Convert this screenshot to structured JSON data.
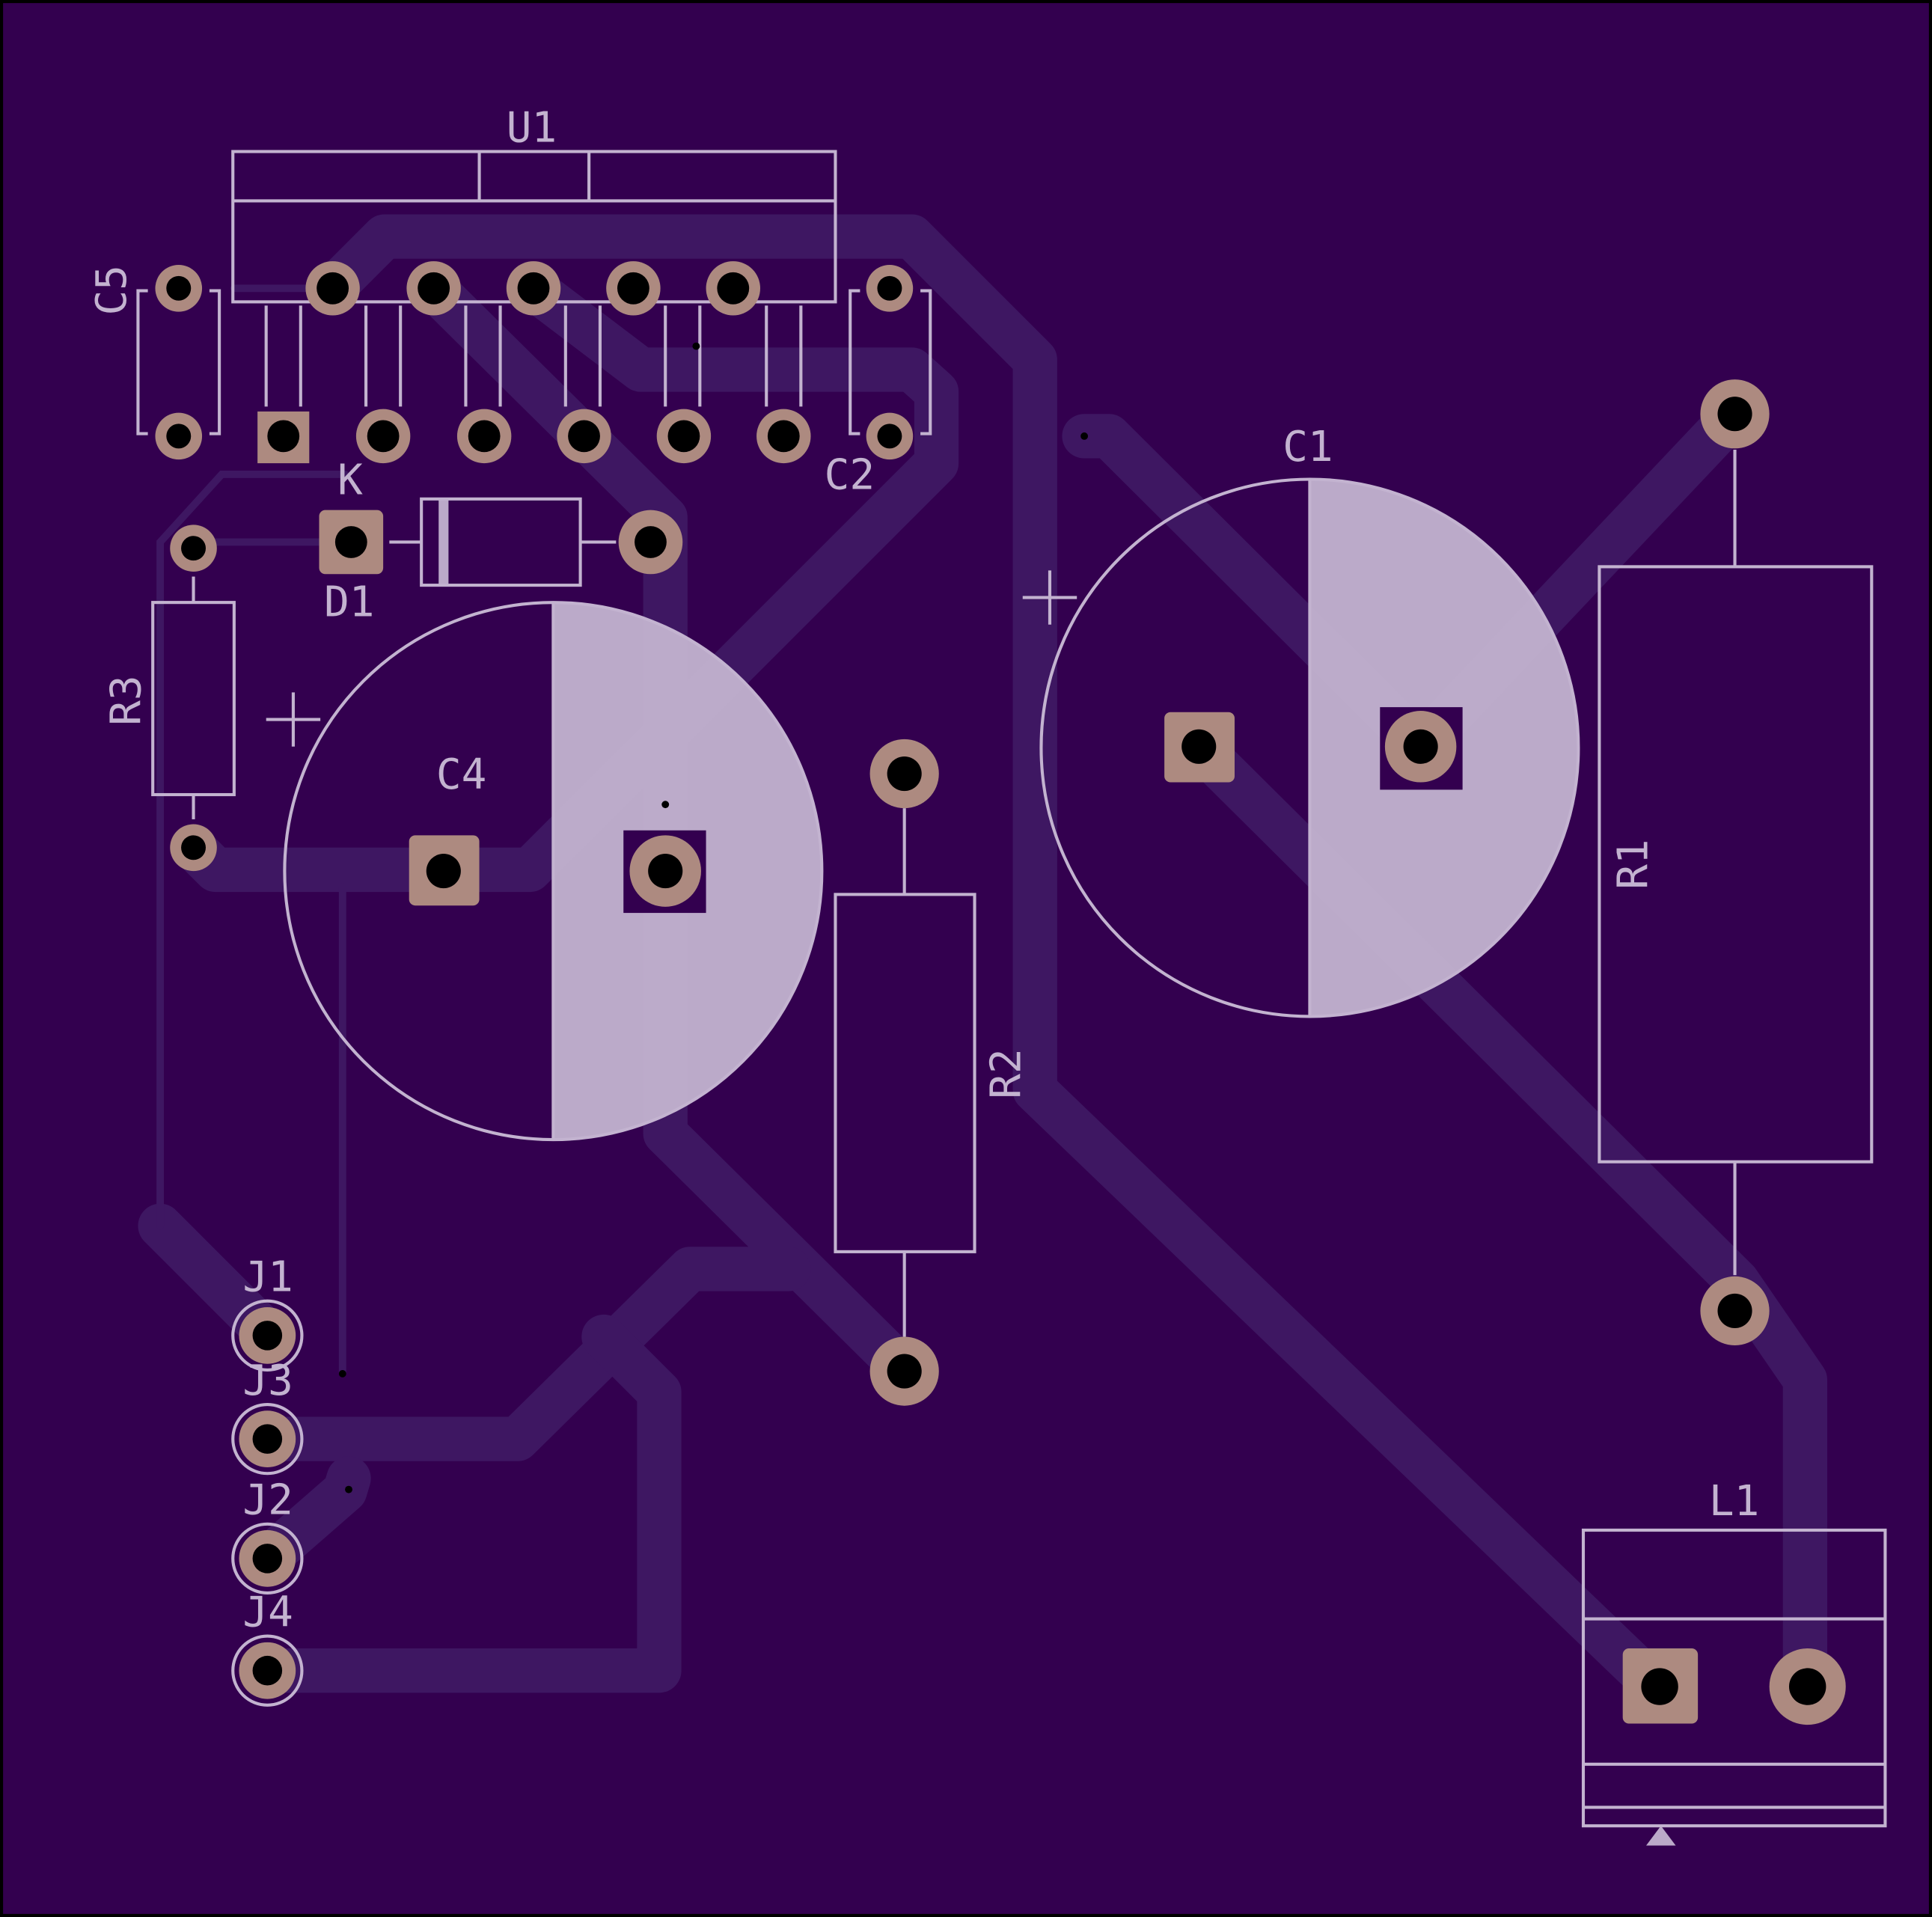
{
  "board": {
    "colors": {
      "background": "#33004f",
      "trace": "#3e1762",
      "silkscreen": "#c3b3d0",
      "pad": "#ad8a80",
      "hole": "#000000"
    },
    "labels": {
      "u1": "U1",
      "c5": "C5",
      "c2": "C2",
      "k": "K",
      "d1": "D1",
      "r3": "R3",
      "c4": "C4",
      "c1": "C1",
      "r1": "R1",
      "r2": "R2",
      "j1": "J1",
      "j3": "J3",
      "j2": "J2",
      "j4": "J4",
      "l1": "L1"
    }
  }
}
